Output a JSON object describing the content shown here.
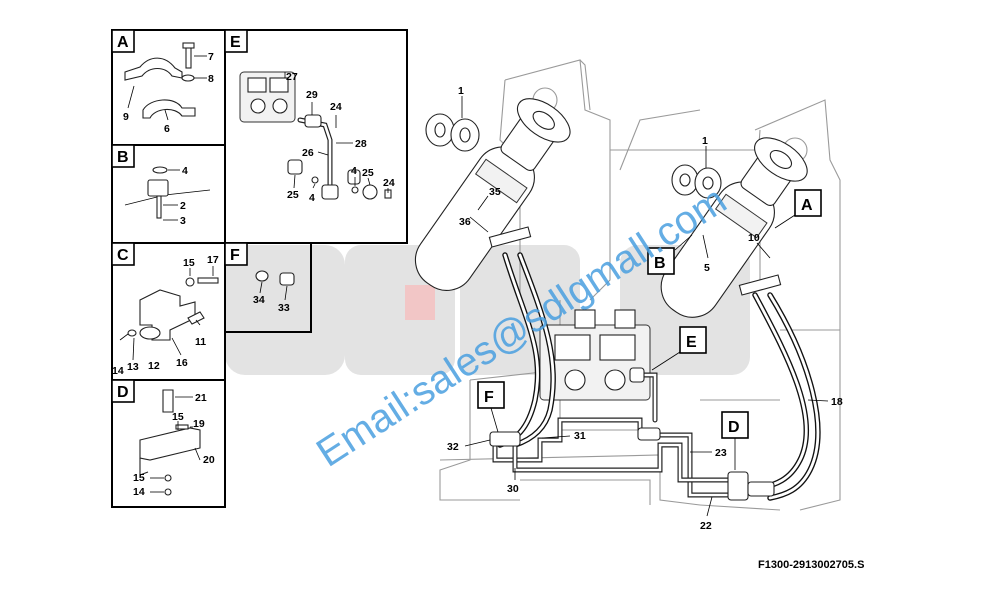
{
  "detail_labels": {
    "A": "A",
    "B": "B",
    "C": "C",
    "D": "D",
    "E": "E",
    "F": "F"
  },
  "callouts": {
    "a7": "7",
    "a8": "8",
    "a9": "9",
    "a6": "6",
    "b4": "4",
    "b2": "2",
    "b3": "3",
    "c15": "15",
    "c17": "17",
    "c11": "11",
    "c14": "14",
    "c13": "13",
    "c12": "12",
    "c16": "16",
    "d21": "21",
    "d15a": "15",
    "d19": "19",
    "d20": "20",
    "d15b": "15",
    "d14": "14",
    "e27": "27",
    "e29": "29",
    "e24a": "24",
    "e28": "28",
    "e26": "26",
    "e25a": "25",
    "e4a": "4",
    "e4b": "4",
    "e25b": "25",
    "e24b": "24",
    "f34": "34",
    "f33": "33",
    "m1a": "1",
    "m1b": "1",
    "m35": "35",
    "m36": "36",
    "m10": "10",
    "m5": "5",
    "m18": "18",
    "m32": "32",
    "m31": "31",
    "m30": "30",
    "m23": "23",
    "m22": "22"
  },
  "watermark": "Email:sales@sdlgmall.com",
  "reference_code": "F1300-2913002705.S"
}
